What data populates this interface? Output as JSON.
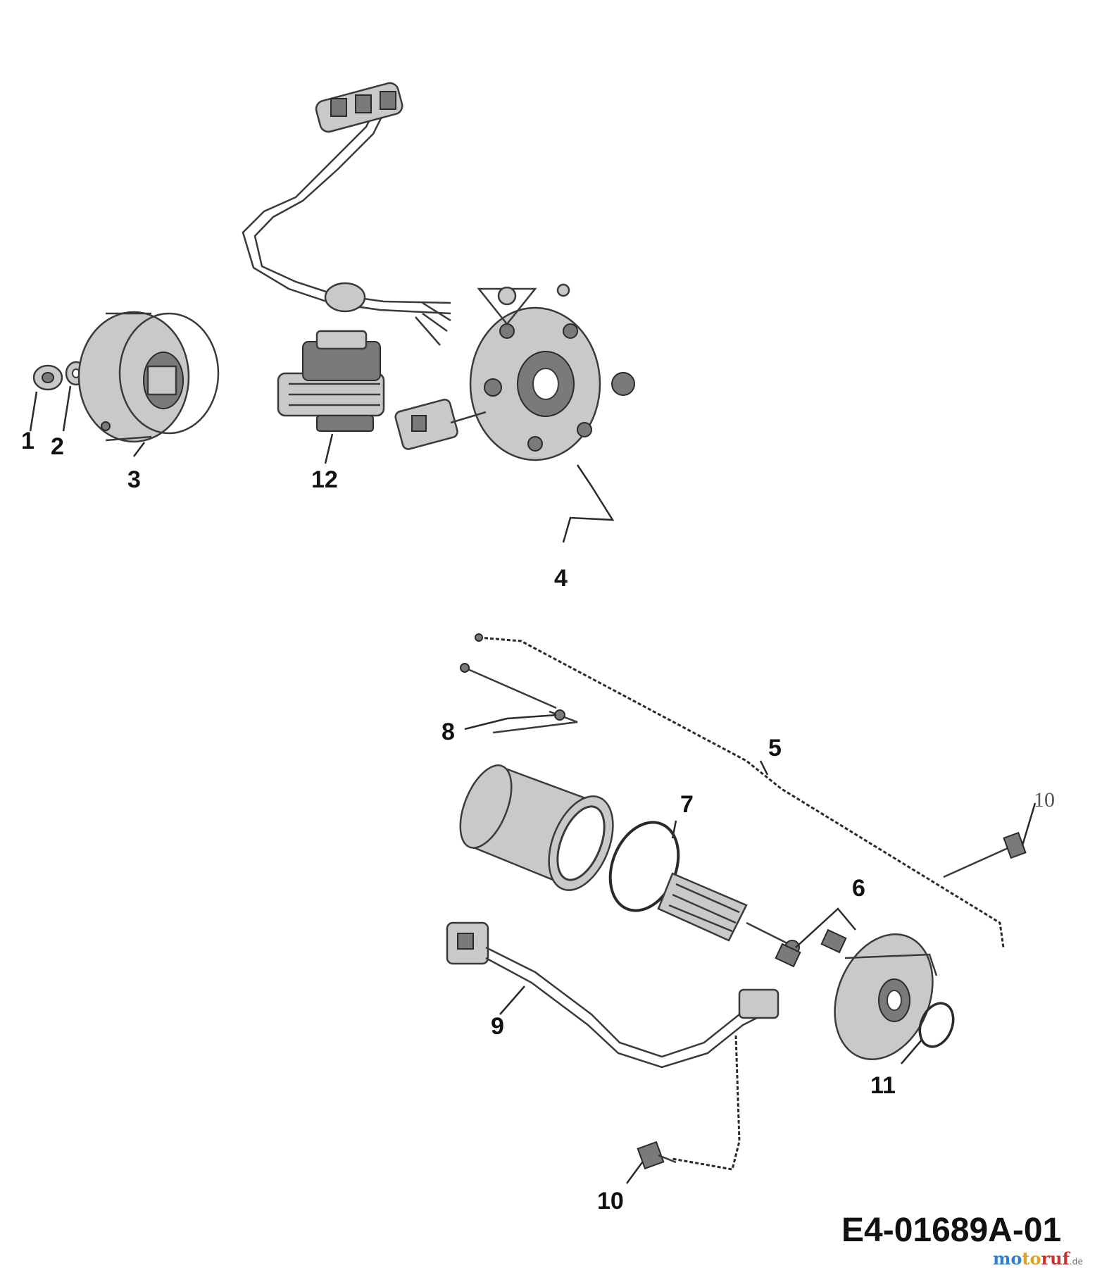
{
  "callouts": {
    "c1": "1",
    "c2": "2",
    "c3": "3",
    "c4": "4",
    "c5": "5",
    "c6": "6",
    "c7": "7",
    "c8": "8",
    "c9": "9",
    "c10_top": "10",
    "c10_bottom": "10",
    "c11": "11",
    "c12": "12"
  },
  "drawing_number": "E4-01689A-01",
  "watermark": {
    "part1": "mo",
    "part2": "to",
    "part3": "ruf",
    "suffix": ".de"
  },
  "colors": {
    "watermark_blue": "#2f7fd0",
    "watermark_orange": "#e0a020",
    "watermark_red": "#d03030"
  }
}
